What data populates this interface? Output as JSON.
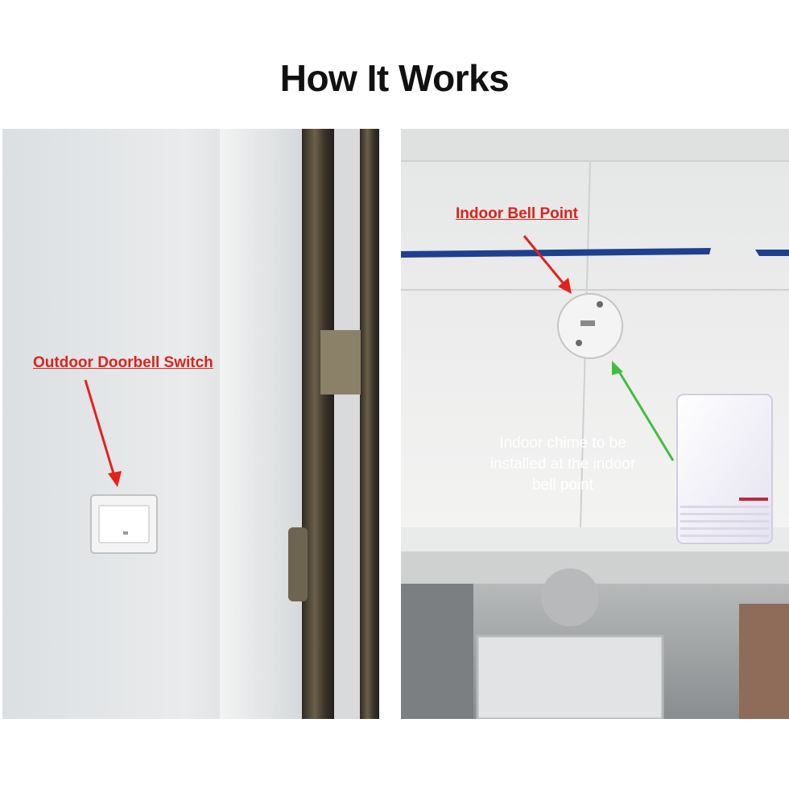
{
  "title": "How It Works",
  "annotations": {
    "outdoor_switch": "Outdoor Doorbell Switch",
    "indoor_point": "Indoor Bell Point",
    "chime_note_line1": "Indoor chime to be",
    "chime_note_line2": "installed at the indoor",
    "chime_note_line3": "bell point"
  },
  "colors": {
    "arrow_red": "#e3231b",
    "arrow_green": "#3fbf3f",
    "stripe_blue": "#1f3f8f"
  }
}
